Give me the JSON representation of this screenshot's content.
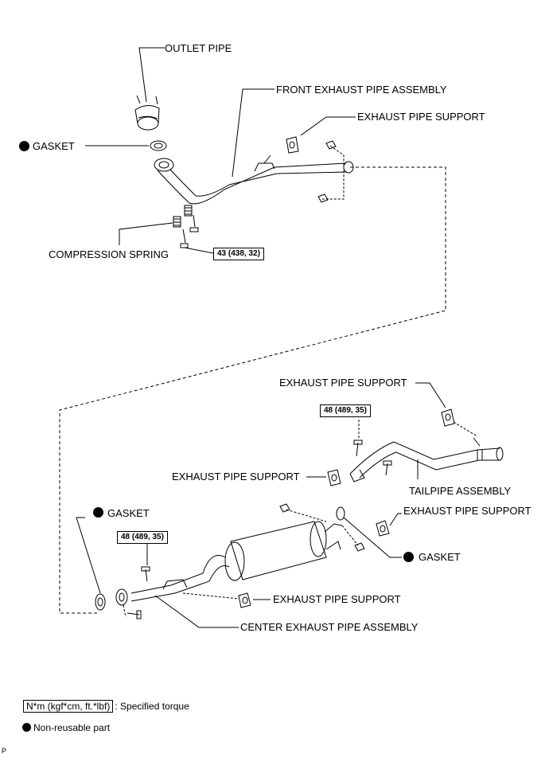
{
  "labels": {
    "outlet_pipe": "OUTLET PIPE",
    "front_exhaust_pipe_assembly": "FRONT EXHAUST PIPE ASSEMBLY",
    "exhaust_pipe_support_top": "EXHAUST PIPE SUPPORT",
    "gasket_top": "GASKET",
    "compression_spring": "COMPRESSION SPRING",
    "exhaust_pipe_support_tail": "EXHAUST PIPE SUPPORT",
    "exhaust_pipe_support_mid_left": "EXHAUST PIPE SUPPORT",
    "tailpipe_assembly": "TAILPIPE ASSEMBLY",
    "gasket_left": "GASKET",
    "exhaust_pipe_support_mid_right": "EXHAUST PIPE SUPPORT",
    "gasket_right": "GASKET",
    "exhaust_pipe_support_bottom": "EXHAUST PIPE SUPPORT",
    "center_exhaust_pipe_assembly": "CENTER EXHAUST PIPE ASSEMBLY"
  },
  "torques": {
    "front": "43 (438, 32)",
    "tailpipe": "48 (489, 35)",
    "center": "48 (489, 35)"
  },
  "legend": {
    "torque_box": "N*m (kgf*cm, ft.*lbf)",
    "torque_text": ": Specified torque",
    "nonreusable_text": "Non-reusable part"
  },
  "figure_code": "P"
}
